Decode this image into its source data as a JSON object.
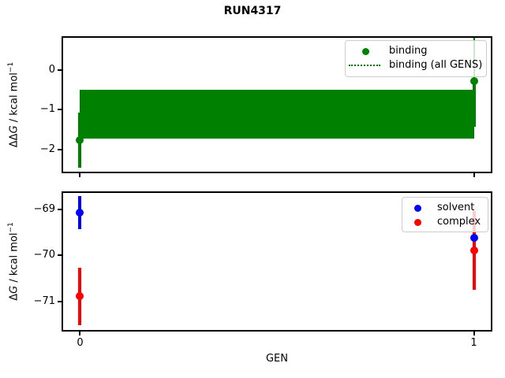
{
  "title": "RUN4317",
  "chart_data": [
    {
      "type": "errorbar",
      "subplot": "top",
      "ylabel": "ΔΔG / kcal mol⁻¹",
      "ylabel_prefix": "ΔΔ",
      "ylabel_symbol": "G",
      "ylabel_unit": " / kcal mol",
      "ylabel_sup": "−1",
      "x": [
        0,
        1
      ],
      "xticks": [
        0,
        1
      ],
      "yticks": [
        0,
        -1,
        -2
      ],
      "ylim": [
        -2.6,
        0.85
      ],
      "xlim": [
        -0.047,
        1.047
      ],
      "grid": false,
      "series": [
        {
          "name": "binding",
          "color": "#008000",
          "marker": "circle",
          "y": [
            -1.77,
            -0.29
          ],
          "yerr": [
            0.7,
            1.15
          ]
        },
        {
          "name": "binding (all GENS)",
          "color": "#008000",
          "style": "dotted",
          "band": {
            "lo": -1.73,
            "hi": -0.49,
            "center": -1.11
          }
        }
      ],
      "legend": {
        "loc": "upper right",
        "items": [
          "binding",
          "binding (all GENS)"
        ]
      }
    },
    {
      "type": "errorbar",
      "subplot": "bottom",
      "xlabel": "GEN",
      "ylabel": "ΔG / kcal mol⁻¹",
      "ylabel_prefix": "Δ",
      "ylabel_symbol": "G",
      "ylabel_unit": " / kcal mol",
      "ylabel_sup": "−1",
      "x": [
        0,
        1
      ],
      "xticks": [
        0,
        1
      ],
      "yticks": [
        -69,
        -70,
        -71
      ],
      "ylim": [
        -71.66,
        -68.6
      ],
      "xlim": [
        -0.047,
        1.047
      ],
      "grid": false,
      "series": [
        {
          "name": "solvent",
          "color": "#0000ff",
          "marker": "circle",
          "y": [
            -69.06,
            -69.61
          ],
          "yerr": [
            0.36,
            0.33
          ]
        },
        {
          "name": "complex",
          "color": "#ff0000",
          "marker": "circle",
          "y": [
            -70.89,
            -69.89
          ],
          "yerr": [
            0.63,
            0.86
          ]
        }
      ],
      "legend": {
        "loc": "upper right",
        "items": [
          "solvent",
          "complex"
        ]
      }
    }
  ],
  "colors": {
    "binding": "#008000",
    "solvent": "#0000ff",
    "complex": "#ff0000",
    "spine": "#000000",
    "legend_border": "#cccccc"
  }
}
